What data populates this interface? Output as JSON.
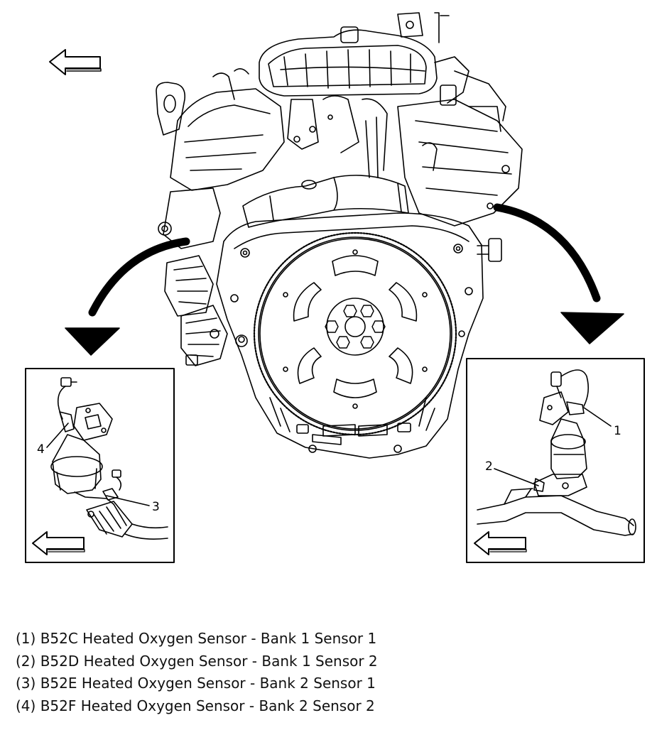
{
  "callouts": {
    "c1": "1",
    "c2": "2",
    "c3": "3",
    "c4": "4"
  },
  "legend": [
    "(1) B52C Heated Oxygen Sensor - Bank 1 Sensor 1",
    "(2) B52D Heated Oxygen Sensor - Bank 1 Sensor 2",
    "(3) B52E Heated Oxygen Sensor - Bank 2 Sensor 1",
    "(4) B52F Heated Oxygen Sensor - Bank 2 Sensor 2"
  ],
  "icons": [
    "direction-arrow-icon"
  ]
}
